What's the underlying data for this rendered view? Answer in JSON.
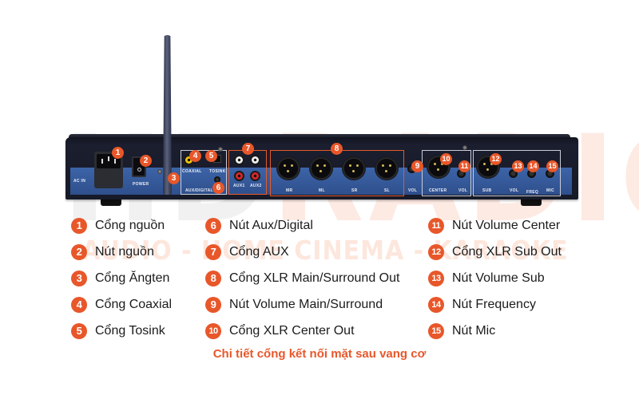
{
  "watermark": {
    "brand_left": "HD",
    "brand_right": "RADIO",
    "tagline": "AUDIO - HOME CINEMA - KARAOKE"
  },
  "device": {
    "panel_labels": {
      "ac_in": "AC IN",
      "power": "POWER",
      "coaxial": "COAXIAL",
      "tosink": "TOSINK",
      "aux_digital": "AUX/DIGITAL AI",
      "aux1": "AUX1",
      "aux2": "AUX2",
      "mr": "MR",
      "ml": "ML",
      "sr": "SR",
      "sl": "SL",
      "vol_main": "VOL",
      "center": "CENTER",
      "vol_center": "VOL",
      "sub": "SUB",
      "vol_sub": "VOL",
      "freq": "FREQ",
      "mic": "MIC"
    },
    "callouts": [
      "1",
      "2",
      "3",
      "4",
      "5",
      "6",
      "7",
      "8",
      "9",
      "10",
      "11",
      "12",
      "13",
      "14",
      "15"
    ]
  },
  "legend": {
    "columns": [
      [
        {
          "num": "1",
          "label": "Cổng nguồn"
        },
        {
          "num": "2",
          "label": "Nút nguồn"
        },
        {
          "num": "3",
          "label": "Cổng Ăngten"
        },
        {
          "num": "4",
          "label": "Cổng Coaxial"
        },
        {
          "num": "5",
          "label": "Cổng Tosink"
        }
      ],
      [
        {
          "num": "6",
          "label": "Nút Aux/Digital"
        },
        {
          "num": "7",
          "label": "Cổng AUX"
        },
        {
          "num": "8",
          "label": "Cổng XLR Main/Surround Out"
        },
        {
          "num": "9",
          "label": "Nút Volume Main/Surround"
        },
        {
          "num": "10",
          "label": "Cổng XLR Center Out"
        }
      ],
      [
        {
          "num": "11",
          "label": "Nút Volume Center"
        },
        {
          "num": "12",
          "label": "Cổng XLR Sub Out"
        },
        {
          "num": "13",
          "label": "Nút Volume Sub"
        },
        {
          "num": "14",
          "label": "Nút Frequency"
        },
        {
          "num": "15",
          "label": "Nút Mic"
        }
      ]
    ]
  },
  "caption": "Chi tiết cổng kết nối mặt sau vang cơ",
  "colors": {
    "accent": "#e8572a",
    "device_body": "#171a28",
    "device_stripe": "#3c64a8",
    "text": "#1b1b1b"
  }
}
